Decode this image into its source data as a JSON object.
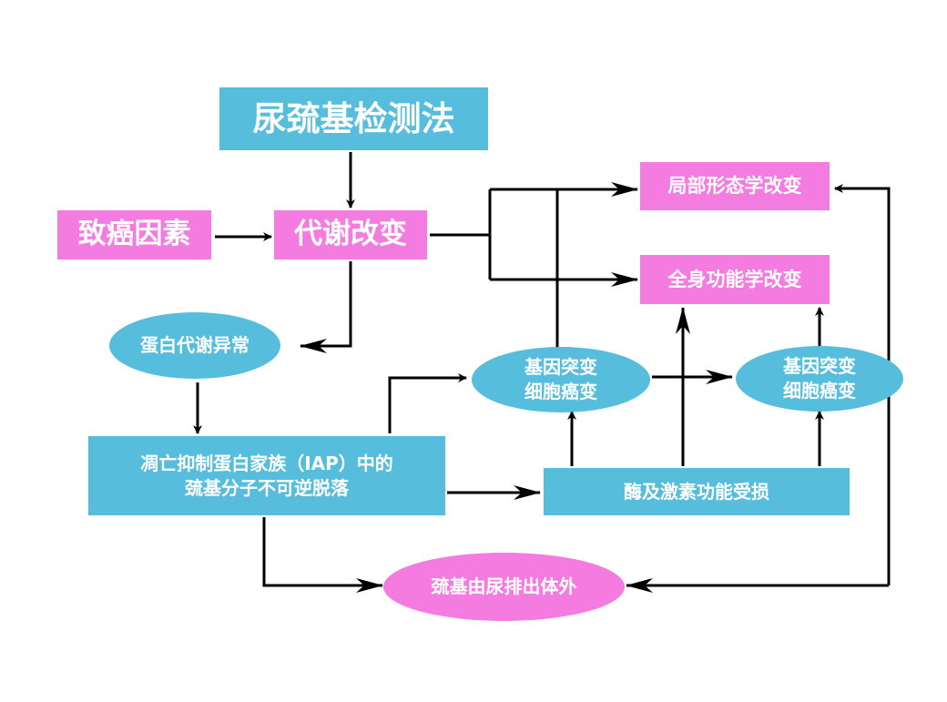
{
  "colors": {
    "blue_box": "#56bedc",
    "pink_box": "#f47be0",
    "text": "#ffffff",
    "arrows": "#000000"
  },
  "nodes": {
    "title": "尿巯基检测法",
    "carcinogen": "致癌因素",
    "metabolic_change": "代谢改变",
    "protein_abnormal": "蛋白代谢异常",
    "iap_line1": "凋亡抑制蛋白家族（IAP）中的",
    "iap_line2": "巯基分子不可逆脱落",
    "enzyme_hormone": "酶及激素功能受损",
    "excretion": "巯基由尿排出体外",
    "gene_mutation_1_line1": "基因突变",
    "gene_mutation_1_line2": "细胞癌变",
    "gene_mutation_2_line1": "基因突变",
    "gene_mutation_2_line2": "细胞癌变",
    "local_morphology": "局部形态学改变",
    "systemic_function": "全身功能学改变"
  }
}
